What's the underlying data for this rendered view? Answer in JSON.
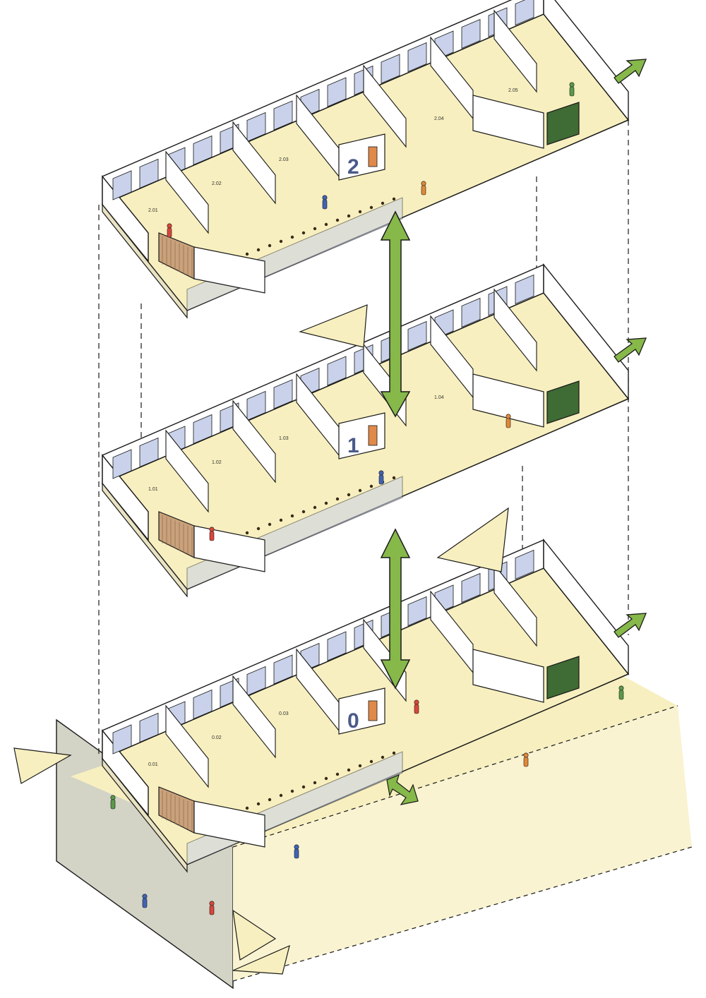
{
  "diagram": {
    "floors": [
      {
        "id": "floor-2",
        "level_label": "2",
        "room_tags": [
          "2.01",
          "2.02",
          "2.03",
          "2.04",
          "2.05"
        ]
      },
      {
        "id": "floor-1",
        "level_label": "1",
        "room_tags": [
          "1.01",
          "1.02",
          "1.03",
          "1.04"
        ]
      },
      {
        "id": "floor-0",
        "level_label": "0",
        "room_tags": [
          "0.01",
          "0.02",
          "0.03"
        ]
      }
    ]
  },
  "colors": {
    "floor_fill": "#f7efbf",
    "glazing": "#c9d2ea",
    "timber": "#c9a17a",
    "green_wall": "#3f6b35",
    "arrow_green": "#86b84a",
    "ground_grey": "#c8c8b8",
    "ink": "#1a1a1a"
  }
}
